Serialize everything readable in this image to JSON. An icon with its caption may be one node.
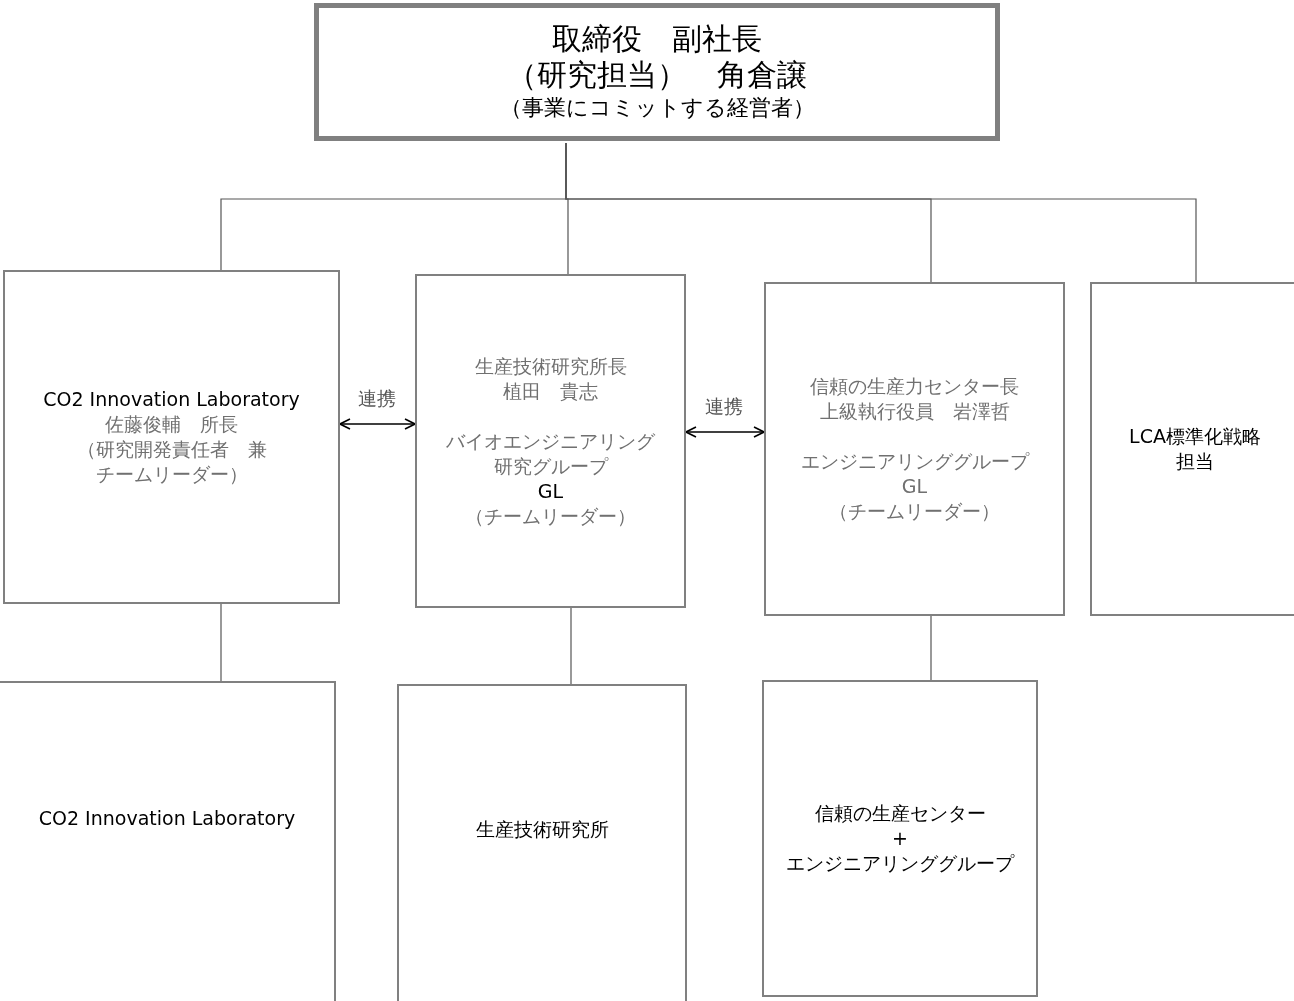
{
  "diagram": {
    "nodes": [
      {
        "text": [
          "取締役　副社長",
          "（研究担当）　角倉譲",
          "（事業にコミットする経営者）"
        ]
      },
      {
        "text": [
          "CO2 Innovation Laboratory",
          "佐藤俊輔　所長",
          "（研究開発責任者　兼",
          "チームリーダー）"
        ]
      },
      {
        "text": [
          "生産技術研究所長",
          "植田　貴志",
          "バイオエンジニアリング",
          "研究グループ",
          "GL",
          "（チームリーダー）"
        ]
      },
      {
        "text": [
          "信頼の生産力センター長",
          "上級執行役員　岩澤哲",
          "エンジニアリンググループ",
          "GL",
          "（チームリーダー）"
        ]
      },
      {
        "text": [
          "LCA標準化戦略",
          "担当"
        ]
      },
      {
        "text": [
          "CO2 Innovation Laboratory"
        ]
      },
      {
        "text": [
          "生産技術研究所"
        ]
      },
      {
        "text": [
          "信頼の生産センター",
          "+",
          "エンジニアリンググループ"
        ]
      }
    ],
    "edges": [
      {
        "from": 0,
        "to": 1,
        "arrow": "none"
      },
      {
        "from": 0,
        "to": 2,
        "arrow": "none"
      },
      {
        "from": 0,
        "to": 3,
        "arrow": "none"
      },
      {
        "from": 0,
        "to": 4,
        "arrow": "none"
      },
      {
        "from": 1,
        "to": 2,
        "arrow": "both",
        "label": "連携"
      },
      {
        "from": 2,
        "to": 3,
        "arrow": "both",
        "label": "連携"
      },
      {
        "from": 1,
        "to": 5,
        "arrow": "none"
      },
      {
        "from": 2,
        "to": 6,
        "arrow": "none"
      },
      {
        "from": 3,
        "to": 7,
        "arrow": "none"
      }
    ]
  }
}
